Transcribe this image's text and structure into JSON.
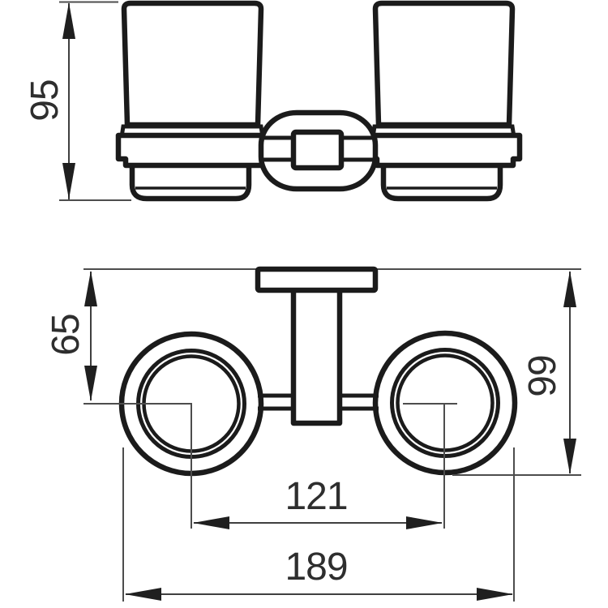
{
  "drawing": {
    "kind": "technical-dimension-drawing",
    "product": "double-tumbler-holder",
    "colors": {
      "background": "#ffffff",
      "outline": "#1b1b1b",
      "thin_line": "#4d4d4d",
      "text": "#2e2e2e"
    },
    "dimensions": {
      "height": "95",
      "wall_to_cup_center": "65",
      "depth": "99",
      "cup_center_spacing": "121",
      "overall_width": "189"
    }
  }
}
